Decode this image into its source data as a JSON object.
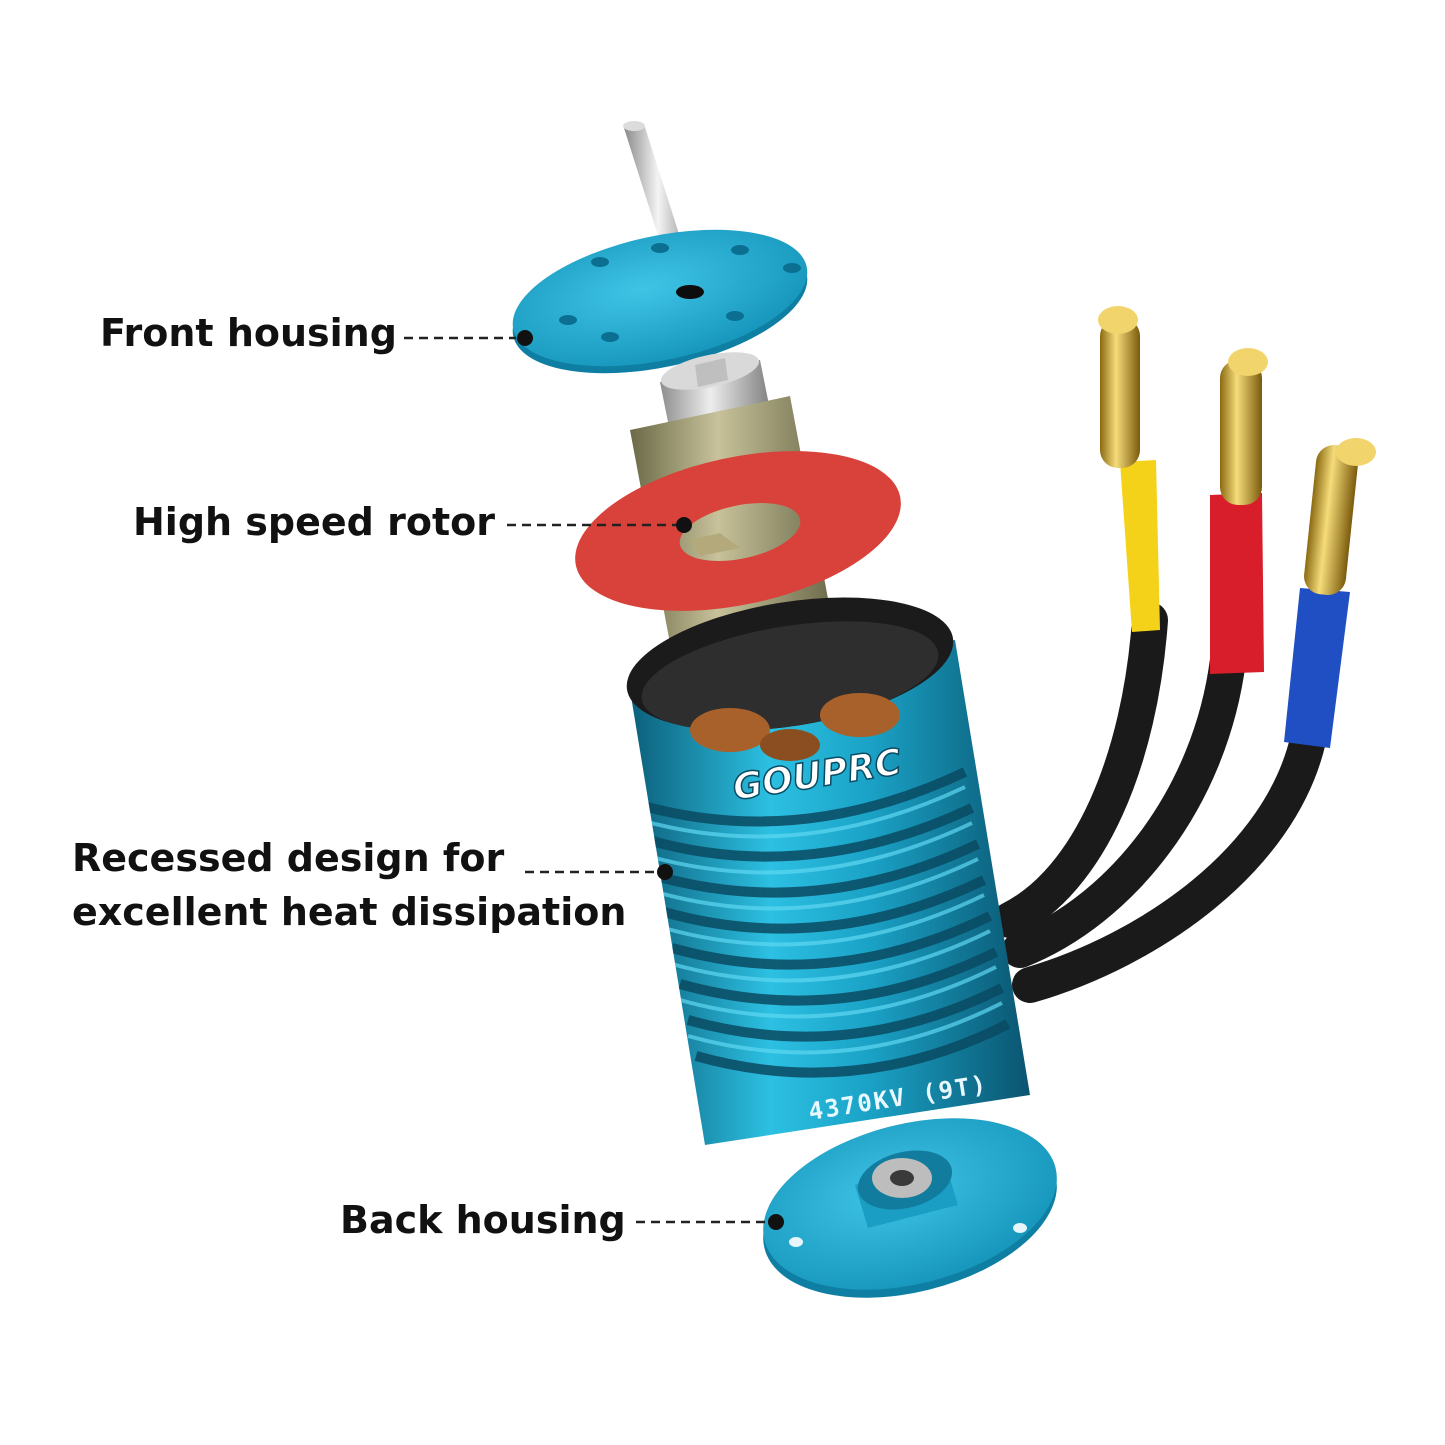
{
  "callouts": {
    "front_housing": "Front housing",
    "high_speed_rotor": "High speed rotor",
    "recessed_line1": "Recessed design for",
    "recessed_line2": "excellent heat dissipation",
    "back_housing": "Back housing"
  },
  "motor": {
    "brand": "GOUPRC",
    "spec": "4370KV (9T)"
  },
  "wires": [
    {
      "color_name": "yellow",
      "hex": "#F5D21A"
    },
    {
      "color_name": "red",
      "hex": "#D81E2A"
    },
    {
      "color_name": "blue",
      "hex": "#1F4FC2"
    }
  ],
  "colors": {
    "housing": "#1AA6C9",
    "housing_dark": "#0E6F8C",
    "washer": "#D8423A",
    "cable": "#1A1A1A",
    "gold": "#D4A92A"
  }
}
